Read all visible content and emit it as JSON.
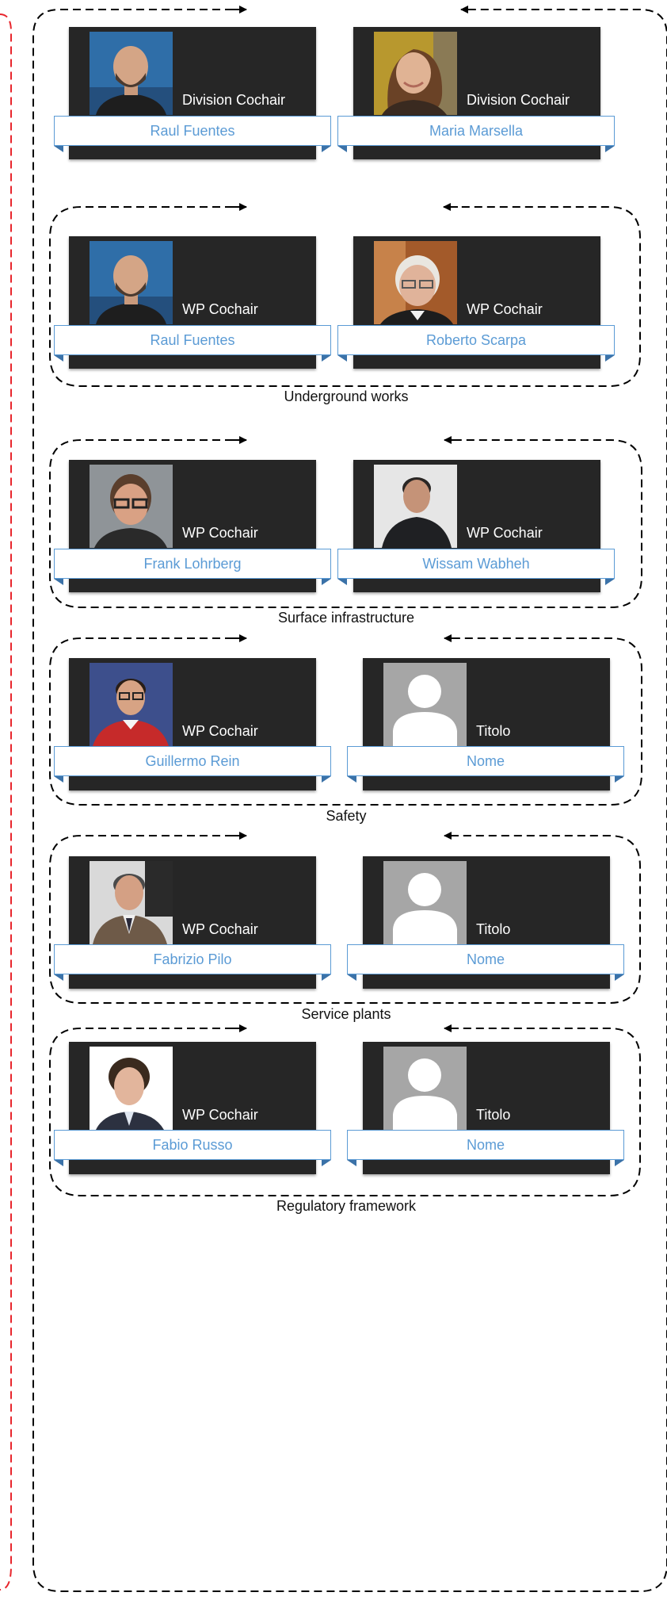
{
  "division": {
    "left": {
      "title": "Division Cochair",
      "name": "Raul Fuentes",
      "photo": "man-bald-beard-blue-background"
    },
    "right": {
      "title": "Division Cochair",
      "name": "Maria Marsella",
      "photo": "woman-smiling-brown-hair"
    }
  },
  "groups": [
    {
      "label": "Underground works",
      "left": {
        "title": "WP Cochair",
        "name": "Raul Fuentes",
        "photo": "man-bald-beard-blue-background"
      },
      "right": {
        "title": "WP Cochair",
        "name": "Roberto Scarpa",
        "photo": "man-glasses-white-hair"
      }
    },
    {
      "label": "Surface infrastructure",
      "left": {
        "title": "WP Cochair",
        "name": "Frank Lohrberg",
        "photo": "man-glasses-grey-background"
      },
      "right": {
        "title": "WP Cochair",
        "name": "Wissam Wabheh",
        "photo": "man-dark-shirt-light-background"
      }
    },
    {
      "label": "Safety",
      "left": {
        "title": "WP Cochair",
        "name": "Guillermo Rein",
        "photo": "man-glasses-red-sweater"
      },
      "right": {
        "title": "Titolo",
        "name": "Nome",
        "photo": "placeholder-person"
      }
    },
    {
      "label": "Service plants",
      "left": {
        "title": "WP Cochair",
        "name": "Fabrizio Pilo",
        "photo": "man-suit-grey-hair"
      },
      "right": {
        "title": "Titolo",
        "name": "Nome",
        "photo": "placeholder-person"
      }
    },
    {
      "label": "Regulatory framework",
      "left": {
        "title": "WP Cochair",
        "name": "Fabio Russo",
        "photo": "man-suit-white-background"
      },
      "right": {
        "title": "Titolo",
        "name": "Nome",
        "photo": "placeholder-person"
      }
    }
  ],
  "colors": {
    "card": "#262626",
    "name_text": "#5b9bd5",
    "name_border": "#5b9bd5",
    "outer_left_border": "#e8262d",
    "dashes": "#000000"
  }
}
